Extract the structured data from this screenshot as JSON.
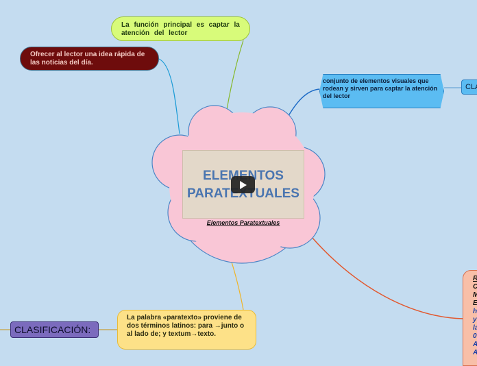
{
  "central": {
    "title": "ELEMENTOS PARATEXTUALES",
    "caption": "Elementos Paratextuales",
    "color": "#f9c6d6"
  },
  "nodes": {
    "funcion": "La función principal es captar la atención del lector",
    "ofrecer": "Ofrecer al lector una idea rápida de las noticias del día.",
    "conjunto": "conjunto de elementos visuales que rodean y sirven para captar la atención del lector",
    "cla_right": "CLA",
    "paratexto": "La palabra «paratexto» proviene de dos términos latinos: para →junto o al lado de; y textum→texto.",
    "clasificacion": "CLASIFICACIÓN:"
  },
  "right_box_letters": [
    "R",
    "C",
    "M",
    "E",
    "h",
    "y",
    "la",
    "0",
    "A",
    "A"
  ],
  "colors": {
    "background": "#c4dcf0",
    "green_node": "#d8fb7a",
    "red_node": "#6e0c0c",
    "blue_node": "#5bbcf2",
    "yellow_node": "#fde188",
    "purple_node": "#7b6bbd",
    "orange_node": "#f8bfa8"
  }
}
